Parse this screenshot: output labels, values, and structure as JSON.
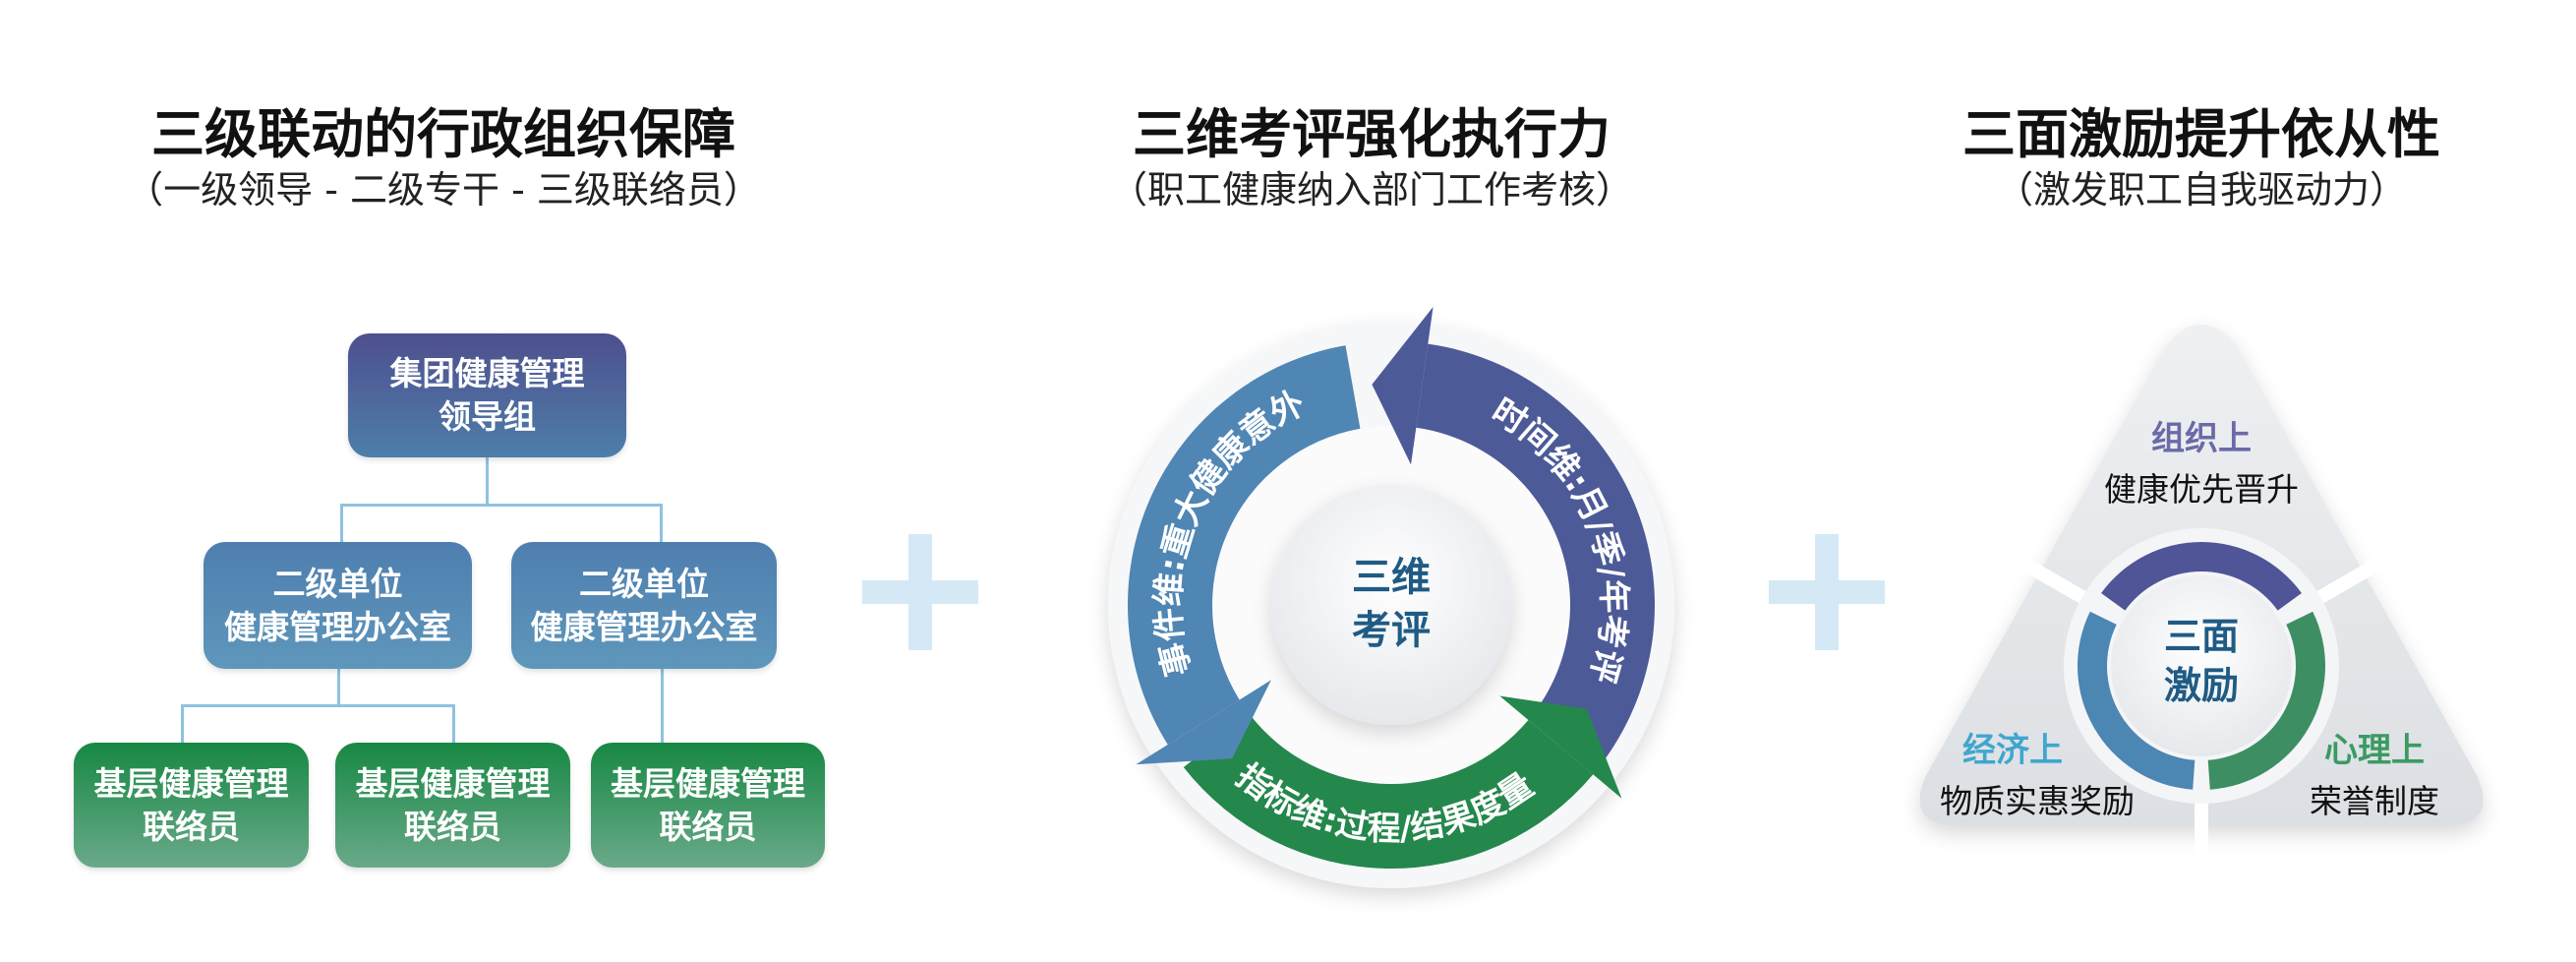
{
  "sections": [
    {
      "title": "三级联动的行政组织保障",
      "subtitle": "（一级领导 - 二级专干 - 三级联络员）"
    },
    {
      "title": "三维考评强化执行力",
      "subtitle": "（职工健康纳入部门工作考核）"
    },
    {
      "title": "三面激励提升依从性",
      "subtitle": "（激发职工自我驱动力）"
    }
  ],
  "org": {
    "level1": {
      "line1": "集团健康管理",
      "line2": "领导组"
    },
    "level2": [
      {
        "line1": "二级单位",
        "line2": "健康管理办公室"
      },
      {
        "line1": "二级单位",
        "line2": "健康管理办公室"
      }
    ],
    "level3": [
      {
        "line1": "基层健康管理",
        "line2": "联络员"
      },
      {
        "line1": "基层健康管理",
        "line2": "联络员"
      },
      {
        "line1": "基层健康管理",
        "line2": "联络员"
      }
    ]
  },
  "cycle": {
    "center_line1": "三维",
    "center_line2": "考评",
    "segments": [
      {
        "label": "时间维:月/季/年考评",
        "color": "#4d5a98"
      },
      {
        "label": "指标维:过程/结果度量",
        "color": "#24874c"
      },
      {
        "label": "事件维:重大健康意外",
        "color": "#4f86b4"
      }
    ]
  },
  "incentive": {
    "center_line1": "三面",
    "center_line2": "激励",
    "items": [
      {
        "heading": "组织上",
        "text": "健康优先晋升",
        "color": "#6a6aa8"
      },
      {
        "heading": "经济上",
        "text": "物质实惠奖励",
        "color": "#3fa6cf"
      },
      {
        "heading": "心理上",
        "text": "荣誉制度",
        "color": "#3b9a63"
      }
    ]
  },
  "colors": {
    "plus": "#d4e9f5",
    "connector": "#8ec3df",
    "center_text": "#1f5b84"
  }
}
